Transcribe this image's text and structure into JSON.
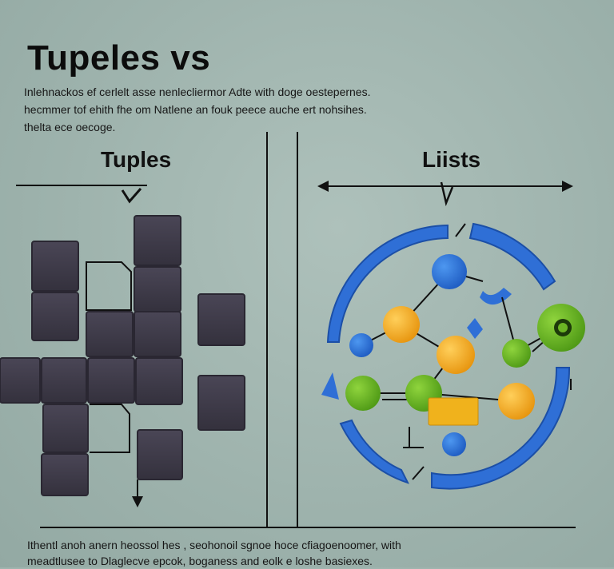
{
  "header": {
    "title": "Tupeles vs",
    "intro_lines": [
      "Inlehnackos ef cerlelt asse nenlecliermor Adte with doge oestepernes.",
      "hecmmer tof ehith fhe om Natlene an fouk peece auche ert nohsihes.",
      "thelta ece oecoge."
    ]
  },
  "columns": {
    "left_title": "Tuples",
    "right_title": "Liists"
  },
  "footer": {
    "lines": [
      "Ithentl anoh anern heossol hes , seohonoil sgnoe hoce cfiagoenoomer, with",
      "meadtlusee to Dlaglecve epcok, boganess and eolk e loshe basiexes."
    ]
  },
  "colors": {
    "background": "#9fb4ae",
    "tile": "#3f3b49",
    "ring_blue": "#2f6fd6",
    "node_blue": "#2f7bd9",
    "node_orange": "#f2a61e",
    "node_green": "#6cb524",
    "rect_yellow": "#f0b21c",
    "line": "#111111"
  },
  "icons": {
    "tuple_tiles": "square-tile-icon",
    "list_ring": "circular-arrow-icon",
    "list_nodes": "circle-node-icon"
  }
}
